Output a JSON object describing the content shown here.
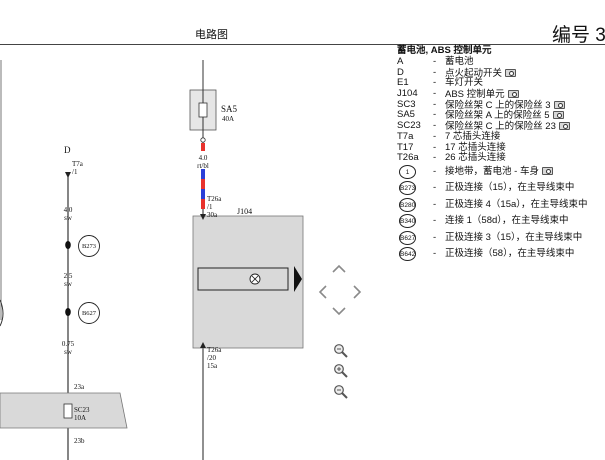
{
  "header": {
    "title": "电路图",
    "number_label": "编号 3"
  },
  "legend": {
    "title": "蓄电池, ABS 控制单元",
    "items": [
      {
        "code": "A",
        "desc": "蓄电池",
        "photo": false
      },
      {
        "code": "D",
        "desc": "点火起动开关",
        "photo": true
      },
      {
        "code": "E1",
        "desc": "车灯开关",
        "photo": false
      },
      {
        "code": "J104",
        "desc": "ABS 控制单元",
        "photo": true
      },
      {
        "code": "SC3",
        "desc": "保险丝架 C 上的保险丝 3",
        "photo": true
      },
      {
        "code": "SA5",
        "desc": "保险丝架 A 上的保险丝 5",
        "photo": true
      },
      {
        "code": "SC23",
        "desc": "保险丝架 C 上的保险丝 23",
        "photo": true
      },
      {
        "code": "T7a",
        "desc": "7 芯插头连接",
        "photo": false
      },
      {
        "code": "T17",
        "desc": "17 芯插头连接",
        "photo": false
      },
      {
        "code": "T26a",
        "desc": "26 芯插头连接",
        "photo": false
      }
    ],
    "circle_items": [
      {
        "code": "1",
        "desc": "接地带，蓄电池 - 车身",
        "photo": true
      },
      {
        "code": "B273",
        "desc": "正极连接（15），在主导线束中",
        "photo": false
      },
      {
        "code": "B280",
        "desc": "正极连接 4（15a），在主导线束中",
        "photo": false
      },
      {
        "code": "B340",
        "desc": "连接 1（58d），在主导线束中",
        "photo": false
      },
      {
        "code": "B627",
        "desc": "正极连接 3（15），在主导线束中",
        "photo": false
      },
      {
        "code": "B642",
        "desc": "正极连接（58），在主导线束中",
        "photo": false
      }
    ],
    "dash": "-"
  },
  "diagram": {
    "fuse_sa5": {
      "label": "SA5",
      "rating": "40A"
    },
    "wire_4_0_rbl": {
      "size": "4.0",
      "color": "rt/bl"
    },
    "d_label": "D",
    "t7a": {
      "name": "T7a",
      "pin": "/1"
    },
    "wire_4_0_sw": {
      "size": "4.0",
      "color": "sw"
    },
    "b273": "B273",
    "wire_2_5_sw": {
      "size": "2.5",
      "color": "sw"
    },
    "b627": "B627",
    "wire_0_75_sw": {
      "size": "0.75",
      "color": "sw"
    },
    "pin_23a": "23a",
    "fuse_sc23": {
      "label": "SC23",
      "rating": "10A"
    },
    "pin_23b": "23b",
    "t26a_top": {
      "name": "T26a",
      "pin": "/1",
      "sig": "30a"
    },
    "j104": "J104",
    "t26a_bottom": {
      "name": "T26a",
      "pin": "/20",
      "sig": "15a"
    }
  },
  "nav_icons": [
    "arrow-up-icon",
    "arrow-left-icon",
    "arrow-right-icon",
    "arrow-down-icon",
    "zoom-out-icon",
    "zoom-in-icon",
    "zoom-reset-icon"
  ],
  "colors": {
    "wire_red": "#e8322c",
    "wire_blue": "#2a3fd8",
    "unit_fill": "#d9d9d9"
  }
}
